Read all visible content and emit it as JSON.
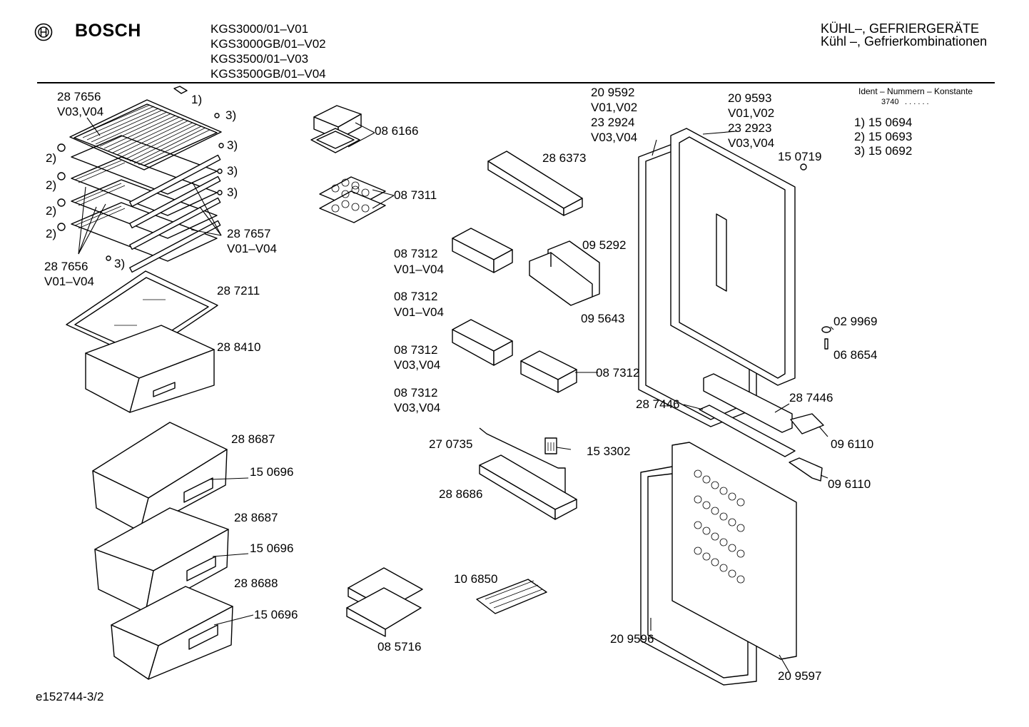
{
  "header": {
    "brand": "BOSCH",
    "models": [
      "KGS3000/01–V01",
      "KGS3000GB/01–V02",
      "KGS3500/01–V03",
      "KGS3500GB/01–V04"
    ],
    "category_line1": "KÜHL–, GEFRIERGERÄTE",
    "category_line2": "Kühl –, Gefrierkombinationen"
  },
  "ident": {
    "title": "Ident – Nummern – Konstante",
    "code": "3740",
    "dots": ". .     . . . .",
    "entries": [
      "1) 15 0694",
      "2) 15 0693",
      "3) 15 0692"
    ]
  },
  "callouts": {
    "c287656a": "28 7656",
    "c287656a_v": "V03,V04",
    "n1": "1)",
    "n3a": "3)",
    "n3b": "3)",
    "n3c": "3)",
    "n3d": "3)",
    "n3e": "3)",
    "n2a": "2)",
    "n2b": "2)",
    "n2c": "2)",
    "n2d": "2)",
    "c287657": "28 7657",
    "c287657_v": "V01–V04",
    "c287656b": "28 7656",
    "c287656b_v": "V01–V04",
    "c287211": "28 7211",
    "c288410": "28 8410",
    "c288687a": "28 8687",
    "c150696a": "15 0696",
    "c288687b": "28 8687",
    "c150696b": "15 0696",
    "c288688": "28 8688",
    "c150696c": "15 0696",
    "c086166": "08 6166",
    "c087311": "08 7311",
    "c286373": "28 6373",
    "c087312a": "08 7312",
    "c087312a_v": "V01–V04",
    "c087312b": "08 7312",
    "c087312b_v": "V01–V04",
    "c087312c": "08 7312",
    "c087312c_v": "V03,V04",
    "c087312d": "08 7312",
    "c087312d_v": "V03,V04",
    "c087312e": "08 7312",
    "c095292": "09 5292",
    "c095643": "09 5643",
    "c270735": "27 0735",
    "c153302": "15 3302",
    "c288686": "28 8686",
    "c106850": "10 6850",
    "c085716": "08 5716",
    "c209592": "20 9592",
    "c209592_v1": "V01,V02",
    "c232924": "23 2924",
    "c209592_v2": "V03,V04",
    "c209593": "20 9593",
    "c209593_v1": "V01,V02",
    "c232923": "23 2923",
    "c209593_v2": "V03,V04",
    "c150719": "15 0719",
    "c029969": "02 9969",
    "c068654": "06 8654",
    "c287446a": "28 7446",
    "c287446b": "28 7446",
    "c096110a": "09 6110",
    "c096110b": "09 6110",
    "c209596": "20 9596",
    "c209597": "20 9597"
  },
  "footer": {
    "drawing_id": "e152744-3/2"
  }
}
